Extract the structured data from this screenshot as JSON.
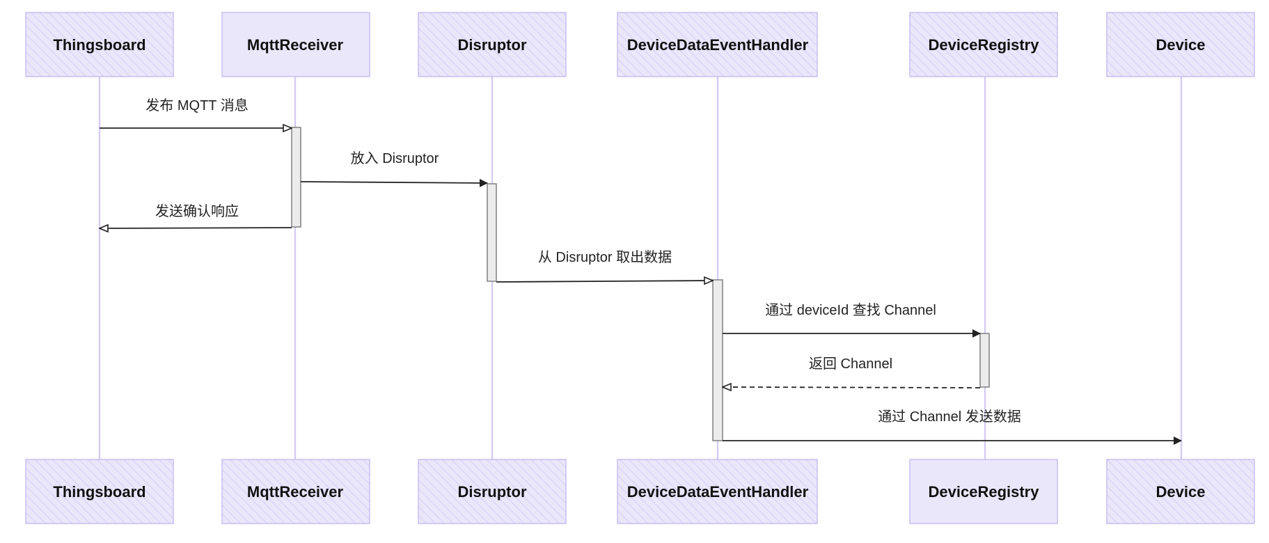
{
  "participants": [
    {
      "id": "thingsboard",
      "label": "Thingsboard"
    },
    {
      "id": "mqtt-receiver",
      "label": "MqttReceiver"
    },
    {
      "id": "disruptor",
      "label": "Disruptor"
    },
    {
      "id": "device-data-event-handler",
      "label": "DeviceDataEventHandler"
    },
    {
      "id": "device-registry",
      "label": "DeviceRegistry"
    },
    {
      "id": "device",
      "label": "Device"
    }
  ],
  "messages": [
    {
      "id": "publish-mqtt",
      "from": "thingsboard",
      "to": "mqtt-receiver",
      "label": "发布 MQTT 消息",
      "style": "solid",
      "arrow": "open"
    },
    {
      "id": "put-into-disruptor",
      "from": "mqtt-receiver",
      "to": "disruptor",
      "label": "放入 Disruptor",
      "style": "solid",
      "arrow": "filled"
    },
    {
      "id": "send-ack",
      "from": "mqtt-receiver",
      "to": "thingsboard",
      "label": "发送确认响应",
      "style": "solid",
      "arrow": "open"
    },
    {
      "id": "take-from-disruptor",
      "from": "disruptor",
      "to": "device-data-event-handler",
      "label": "从 Disruptor 取出数据",
      "style": "solid",
      "arrow": "open"
    },
    {
      "id": "find-channel",
      "from": "device-data-event-handler",
      "to": "device-registry",
      "label": "通过 deviceId 查找 Channel",
      "style": "solid",
      "arrow": "filled"
    },
    {
      "id": "return-channel",
      "from": "device-registry",
      "to": "device-data-event-handler",
      "label": "返回 Channel",
      "style": "dashed",
      "arrow": "open"
    },
    {
      "id": "send-via-channel",
      "from": "device-data-event-handler",
      "to": "device",
      "label": "通过 Channel 发送数据",
      "style": "solid",
      "arrow": "filled"
    }
  ],
  "colors": {
    "actor_fill": "#ebe7fb",
    "actor_hatch": "#d9d1f5",
    "lifeline": "#d6ccf2",
    "line": "#222222",
    "activation_fill": "#ececec"
  }
}
